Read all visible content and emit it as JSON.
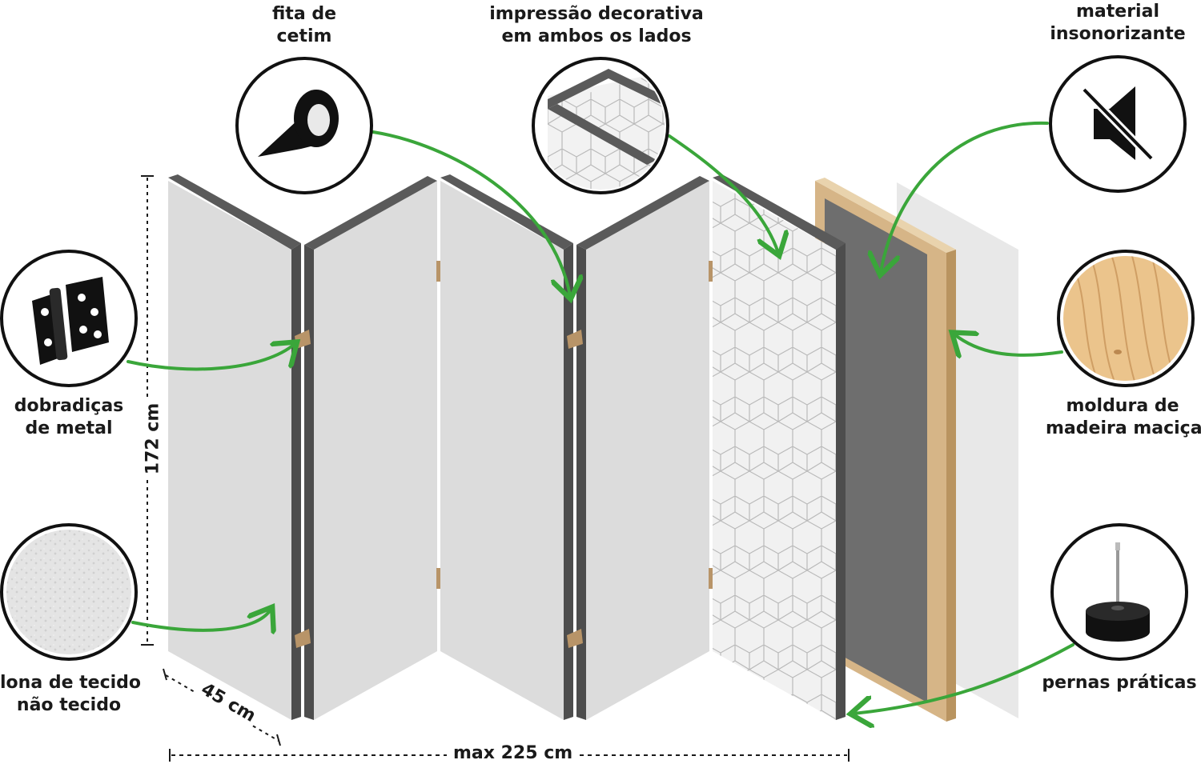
{
  "labels": {
    "ribbon": [
      "fita de",
      "cetim"
    ],
    "print": [
      "impressão decorativa",
      "em ambos os lados"
    ],
    "soundproof": [
      "material",
      "insonorizante"
    ],
    "hinges": [
      "dobradiças",
      "de metal"
    ],
    "fabric": [
      "lona de tecido",
      "não tecido"
    ],
    "frame": [
      "moldura de",
      "madeira maciça"
    ],
    "legs": [
      "pernas práticas"
    ]
  },
  "dimensions": {
    "height": "172 cm",
    "depth": "45 cm",
    "width": "max 225 cm"
  },
  "icons": [
    "satin-ribbon-roll-icon",
    "decorative-print-icon",
    "mute-speaker-icon",
    "metal-hinge-icon",
    "nonwoven-fabric-icon",
    "wood-grain-icon",
    "screen-leg-icon"
  ],
  "colors": {
    "arrow": "#3aa63a",
    "panel": "#dcdcdc",
    "panel_edge": "#5a5a5a",
    "wood": "#d9b98a",
    "soundproof_board": "#6e6e6e"
  }
}
